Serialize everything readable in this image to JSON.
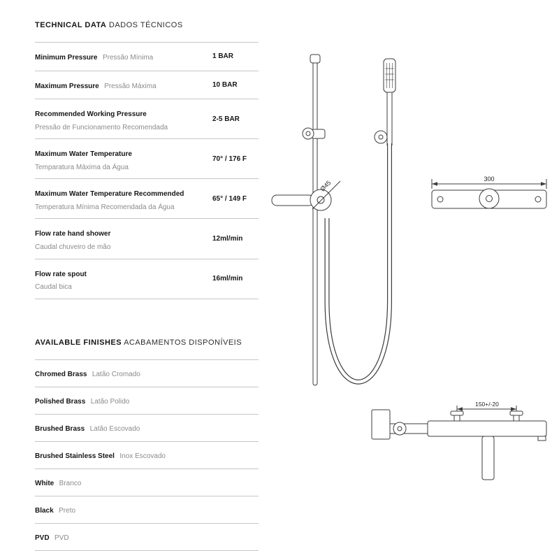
{
  "technical_data": {
    "title_en": "TECHNICAL DATA",
    "title_pt": "DADOS TÉCNICOS",
    "rows": [
      {
        "en": "Minimum Pressure",
        "pt": "Pressão Mínima",
        "value": "1 BAR"
      },
      {
        "en": "Maximum Pressure",
        "pt": "Pressão Máxima",
        "value": "10 BAR"
      },
      {
        "en": "Recommended Working Pressure",
        "pt": "Pressão de Funcionamento Recomendada",
        "value": "2-5 BAR"
      },
      {
        "en": "Maximum Water Temperature",
        "pt": "Temparatura Máxima da Água",
        "value": "70° / 176 F"
      },
      {
        "en": "Maximum Water Temperature Recommended",
        "pt": "Temperatura Mínima Recomendada da Água",
        "value": "65° / 149 F"
      },
      {
        "en": "Flow rate hand shower",
        "pt": "Caudal chuveiro de mão",
        "value": "12ml/min"
      },
      {
        "en": "Flow rate spout",
        "pt": "Caudal bica",
        "value": "16ml/min"
      }
    ]
  },
  "finishes": {
    "title_en": "AVAILABLE FINISHES",
    "title_pt": "ACABAMENTOS DISPONÍVEIS",
    "items": [
      {
        "en": "Chromed Brass",
        "pt": "Latão Cromado"
      },
      {
        "en": "Polished Brass",
        "pt": "Latão Polido"
      },
      {
        "en": "Brushed Brass",
        "pt": "Latão Escovado"
      },
      {
        "en": "Brushed Stainless Steel",
        "pt": "Inox Escovado"
      },
      {
        "en": "White",
        "pt": "Branco"
      },
      {
        "en": "Black",
        "pt": "Preto"
      },
      {
        "en": "PVD",
        "pt": "PVD"
      }
    ]
  },
  "drawings": {
    "side_view": {
      "diameter_label": "Ø45"
    },
    "top_view": {
      "width_label": "300"
    },
    "front_view": {
      "spacing_label": "150+/-20"
    }
  }
}
